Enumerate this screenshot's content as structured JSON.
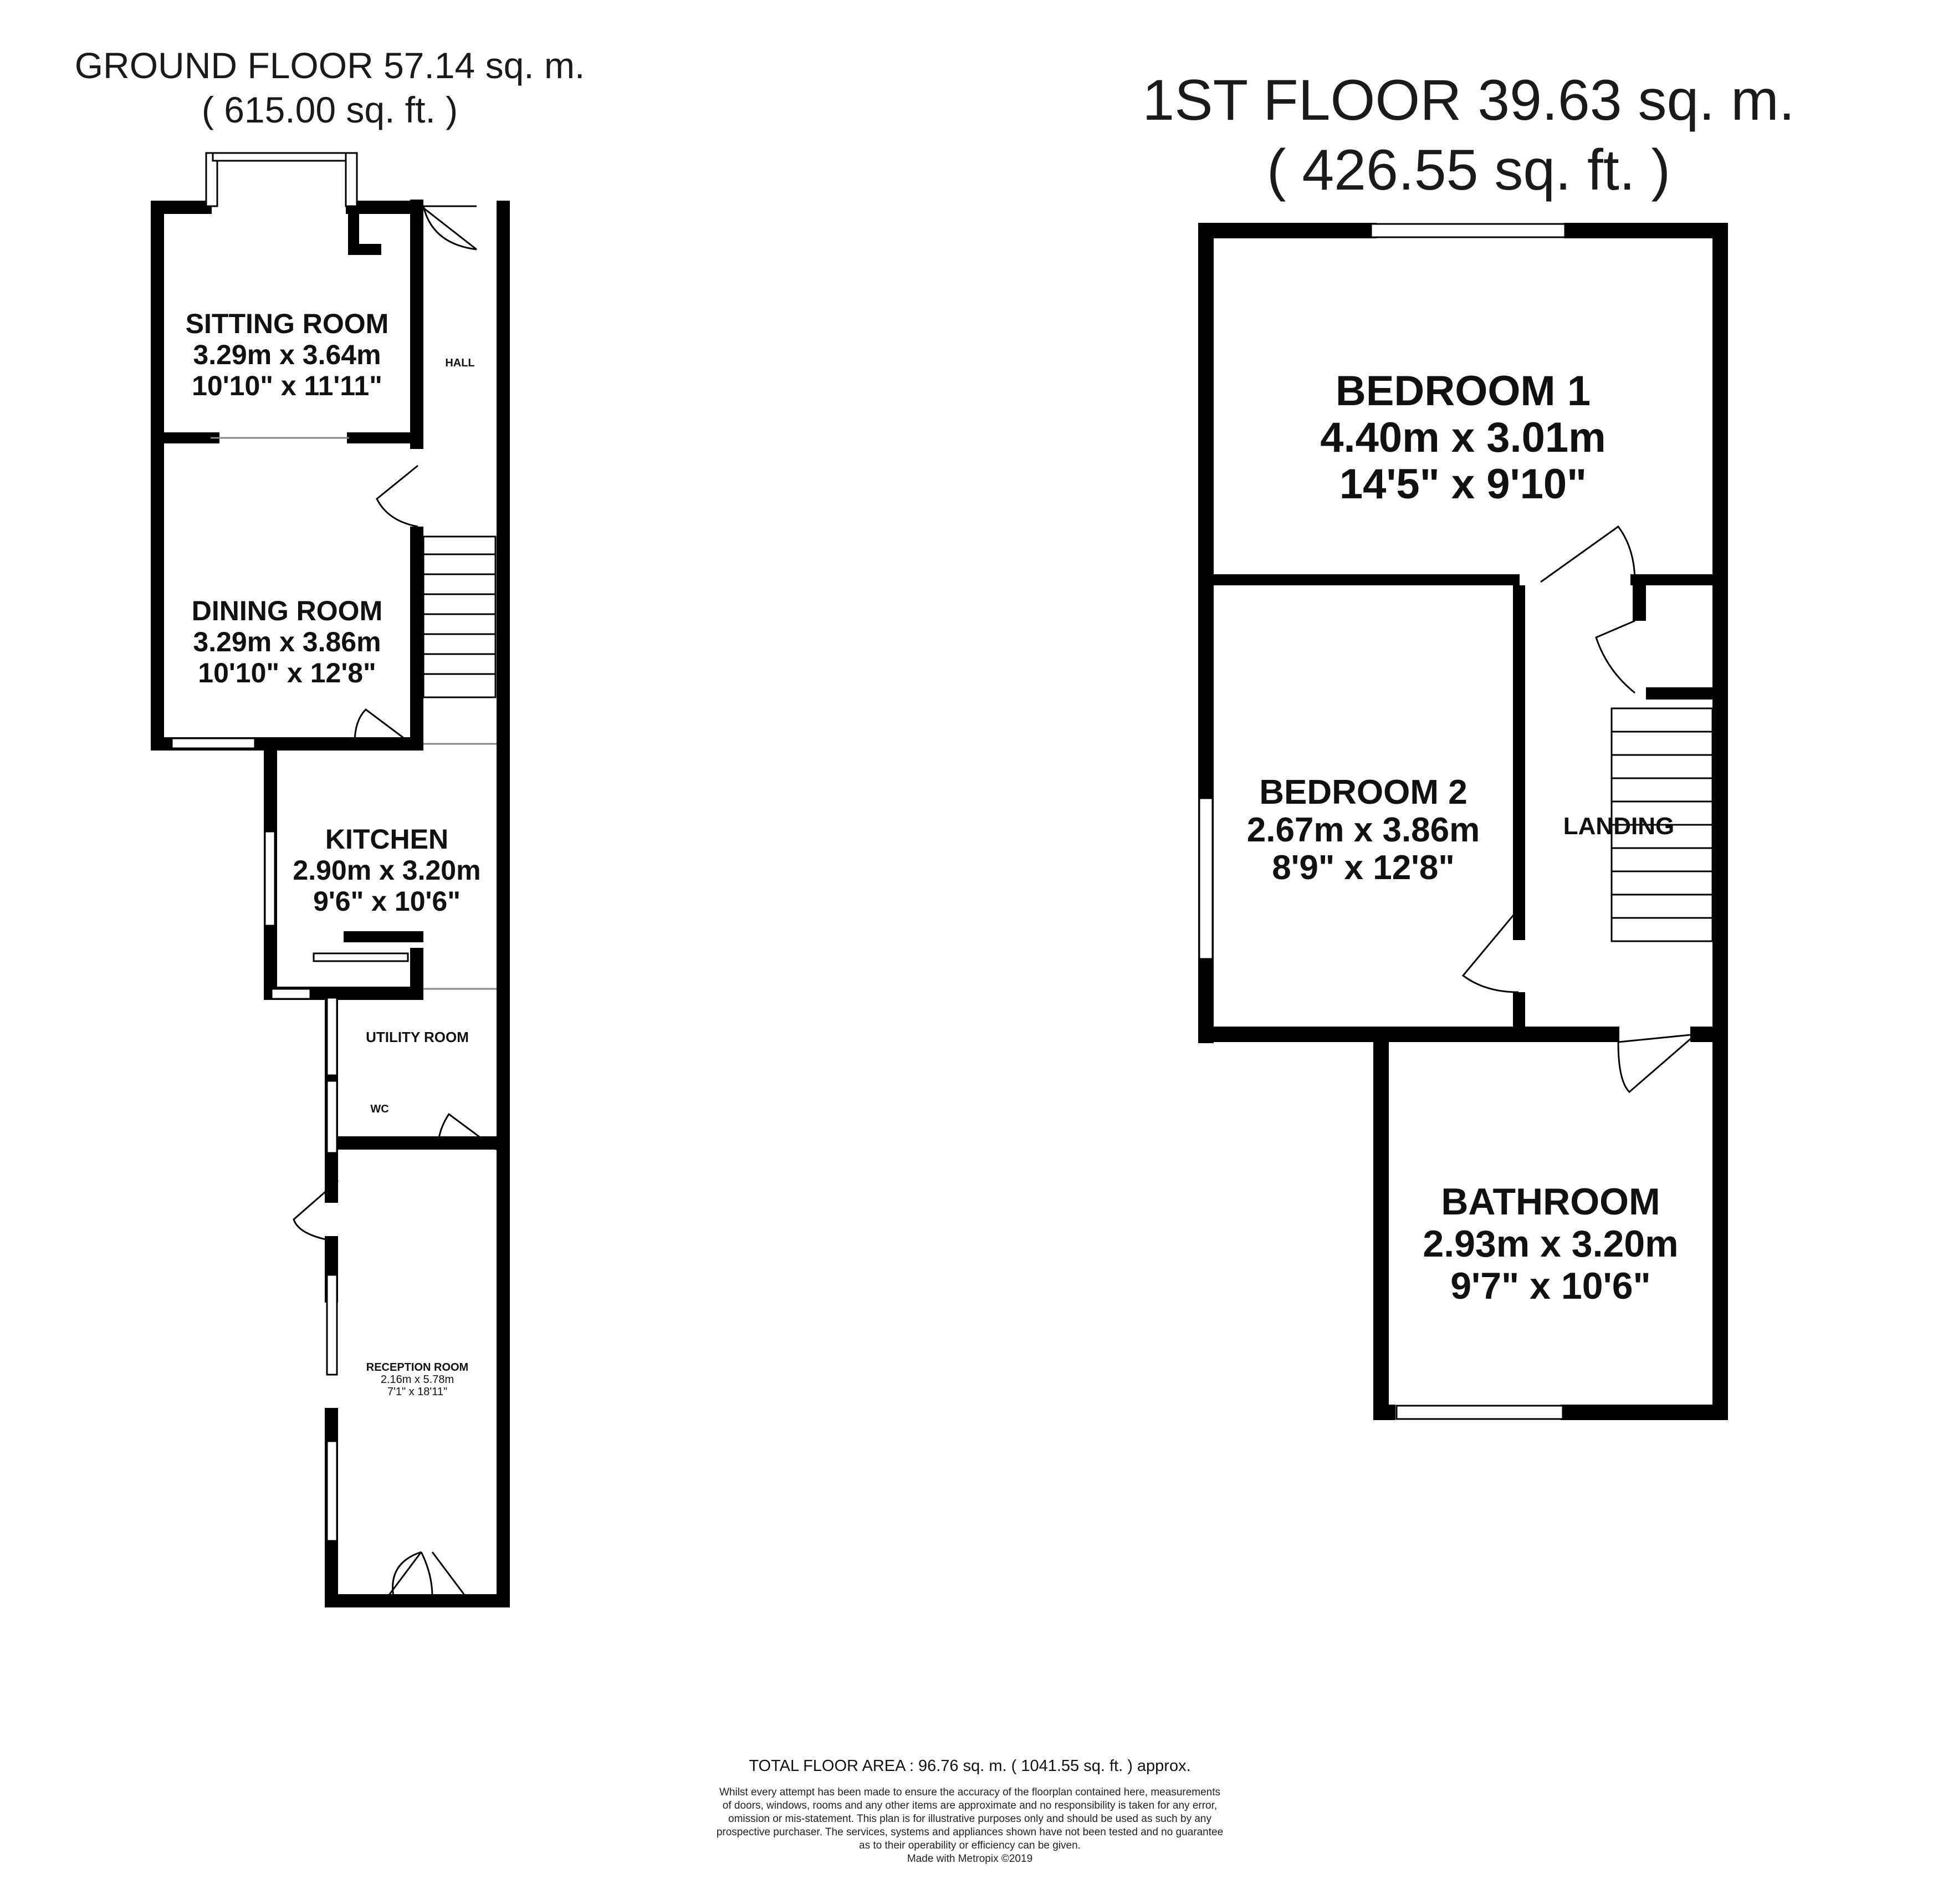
{
  "ground_floor": {
    "title": "GROUND FLOOR 57.14 sq. m.",
    "subtitle": "( 615.00 sq. ft. )",
    "rooms": {
      "sitting_room": {
        "name": "SITTING ROOM",
        "metric": "3.29m x 3.64m",
        "imperial": "10'10\" x 11'11\""
      },
      "hall": {
        "name": "HALL"
      },
      "dining_room": {
        "name": "DINING ROOM",
        "metric": "3.29m x 3.86m",
        "imperial": "10'10\" x 12'8\""
      },
      "kitchen": {
        "name": "KITCHEN",
        "metric": "2.90m x 3.20m",
        "imperial": "9'6\" x 10'6\""
      },
      "utility_room": {
        "name": "UTILITY ROOM"
      },
      "wc": {
        "name": "WC"
      },
      "reception_room": {
        "name": "RECEPTION ROOM",
        "metric": "2.16m x 5.78m",
        "imperial": "7'1\" x 18'11\""
      }
    }
  },
  "first_floor": {
    "title": "1ST FLOOR 39.63 sq. m.",
    "subtitle": "( 426.55 sq. ft. )",
    "rooms": {
      "bedroom_1": {
        "name": "BEDROOM 1",
        "metric": "4.40m x 3.01m",
        "imperial": "14'5\" x 9'10\""
      },
      "bedroom_2": {
        "name": "BEDROOM 2",
        "metric": "2.67m x 3.86m",
        "imperial": "8'9\" x 12'8\""
      },
      "landing": {
        "name": "LANDING"
      },
      "bathroom": {
        "name": "BATHROOM",
        "metric": "2.93m x 3.20m",
        "imperial": "9'7\" x 10'6\""
      }
    }
  },
  "footer": {
    "total": "TOTAL FLOOR AREA : 96.76 sq. m. ( 1041.55 sq. ft. ) approx.",
    "disclaimer": [
      "Whilst every attempt has been made to ensure the accuracy of the floorplan contained here, measurements",
      "of doors, windows, rooms and any other items are approximate and no responsibility is taken for any error,",
      "omission or mis-statement. This plan is for illustrative purposes only and should be used as such by any",
      "prospective purchaser. The services, systems and appliances shown have not been tested and no guarantee",
      "as to their operability or efficiency can be given."
    ],
    "credit": "Made with Metropix ©2019"
  },
  "colors": {
    "wall": "#000000",
    "window": "#999999",
    "background": "#ffffff"
  }
}
